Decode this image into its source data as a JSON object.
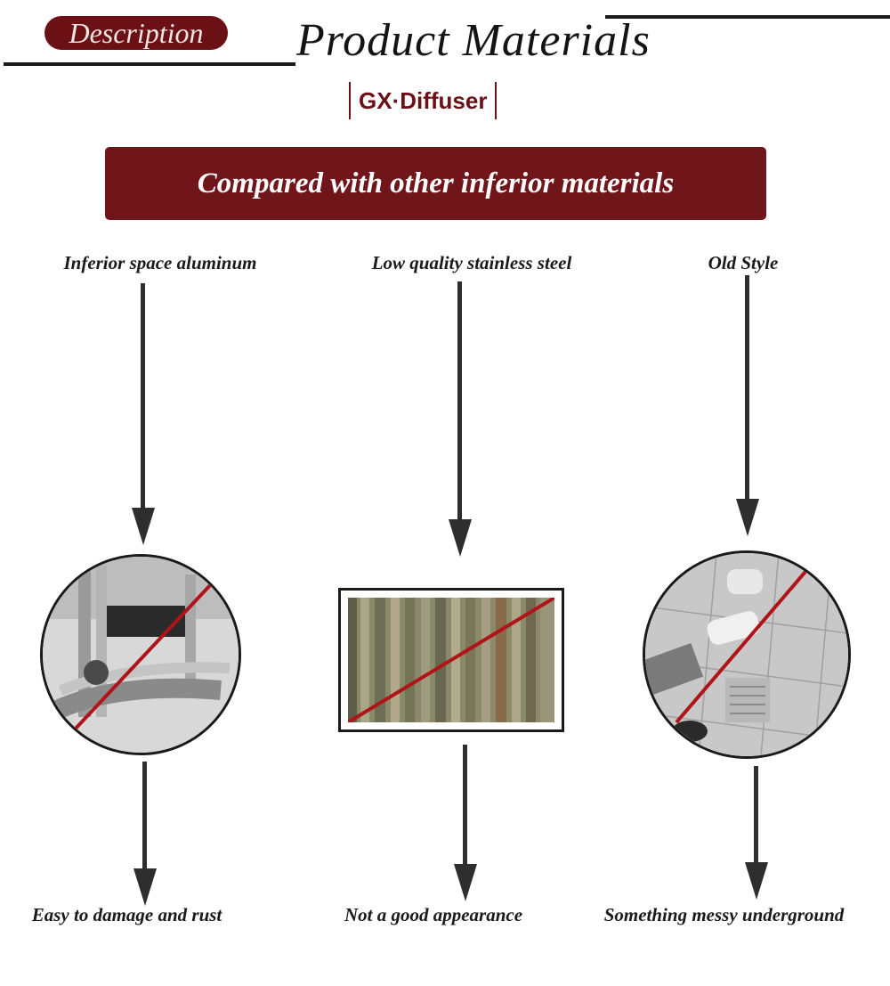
{
  "header": {
    "description_badge": "Description",
    "title": "Product Materials",
    "brand": "GX·Diffuser"
  },
  "banner": {
    "text": "Compared with other inferior materials"
  },
  "columns": [
    {
      "top_label": "Inferior space aluminum",
      "bottom_label": "Easy to damage and rust"
    },
    {
      "top_label": "Low quality stainless steel",
      "bottom_label": "Not a good appearance"
    },
    {
      "top_label": "Old Style",
      "bottom_label": "Something messy underground"
    }
  ],
  "colors": {
    "accent": "#6b1116",
    "slash": "#b01418",
    "arrow": "#2e2e2e"
  }
}
